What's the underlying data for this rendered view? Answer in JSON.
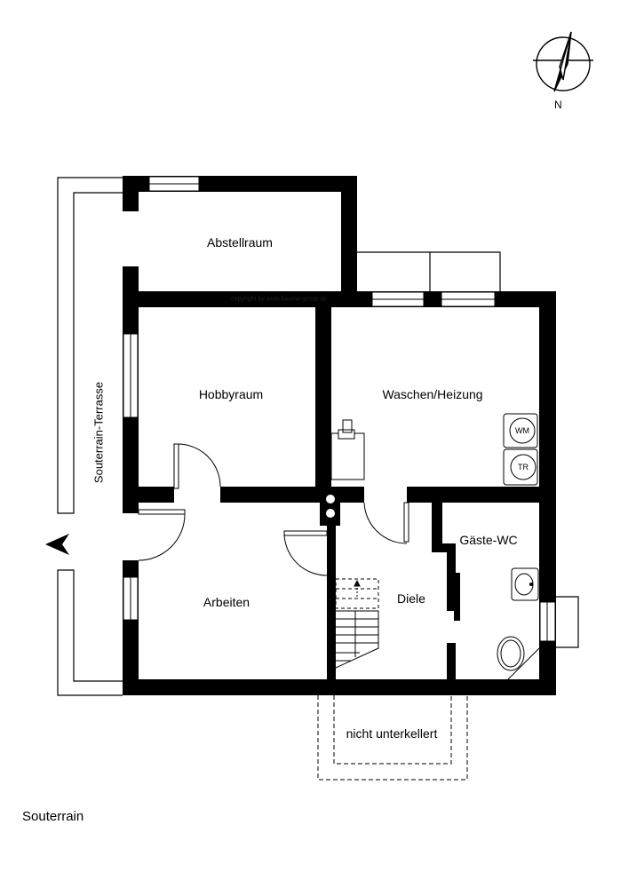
{
  "plan": {
    "floor_name": "Souterrain",
    "copyright": "copyright by www.bauma-group.de",
    "north_label": "N",
    "rooms": {
      "abstellraum": "Abstellraum",
      "hobbyraum": "Hobbyraum",
      "waschen": "Waschen/Heizung",
      "arbeiten": "Arbeiten",
      "diele": "Diele",
      "gaeste_wc": "Gäste-WC",
      "nicht_unterkellert": "nicht unterkellert",
      "terrasse": "Souterrain-Terrasse"
    },
    "appliances": {
      "washer": "WM",
      "dryer": "TR"
    }
  }
}
